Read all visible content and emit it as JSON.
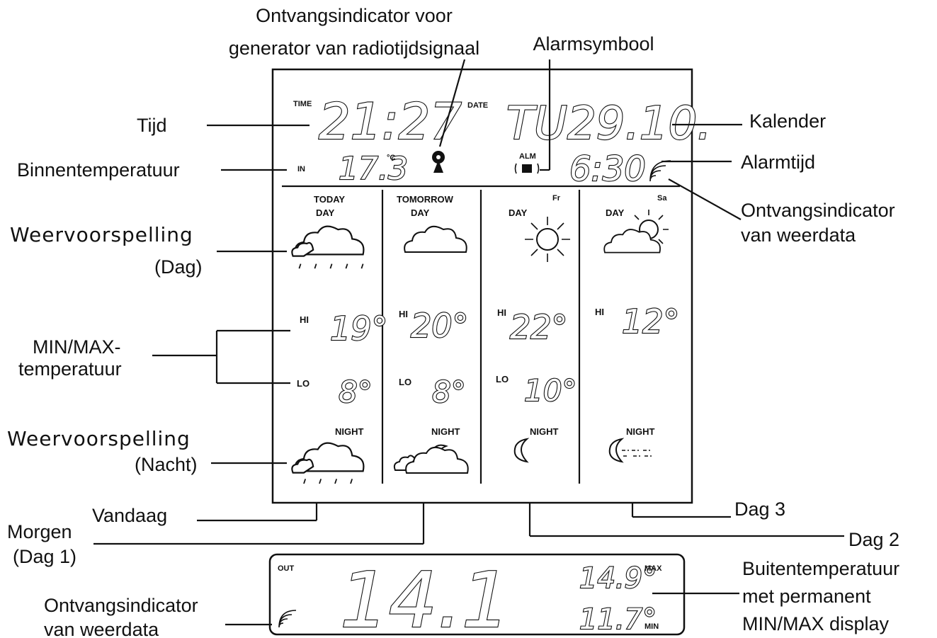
{
  "callouts": {
    "radio_indicator": [
      "Ontvangsindicator voor",
      "generator van radiotijdsignaal"
    ],
    "alarm_symbol": "Alarmsymbool",
    "time": "Tijd",
    "calendar": "Kalender",
    "indoor_temp": "Binnentemperatuur",
    "alarm_time": "Alarmtijd",
    "weather_reception": [
      "Ontvangsindicator",
      "van weerdata"
    ],
    "forecast_day": [
      "Weervoorspelling",
      "(Dag)"
    ],
    "minmax": [
      "MIN/MAX-",
      "temperatuur"
    ],
    "forecast_night": [
      "Weervoorspelling",
      "(Nacht)"
    ],
    "today": "Vandaag",
    "tomorrow": [
      "Morgen",
      "(Dag 1)"
    ],
    "day3": "Dag 3",
    "day2": "Dag 2",
    "outdoor_temp": [
      "Buitentemperatuur",
      "met permanent",
      "MIN/MAX display"
    ],
    "outdoor_reception": [
      "Ontvangsindicator",
      "van weerdata"
    ]
  },
  "display": {
    "time_label": "TIME",
    "time_value": "21:27",
    "date_label": "DATE",
    "date_value": "TU29.10.",
    "in_label": "IN",
    "in_value": "17.3",
    "in_unit": "°C",
    "alm_label": "ALM",
    "alarm_value": "6:30",
    "columns": [
      {
        "head": "TODAY",
        "day": "DAY",
        "hi_label": "HI",
        "hi": "19°",
        "lo_label": "LO",
        "lo": "8°",
        "night": "NIGHT",
        "day_icon": "rain-cloud-icon",
        "night_icon": "rain-cloud-icon"
      },
      {
        "head": "TOMORROW",
        "day": "DAY",
        "hi_label": "HI",
        "hi": "20°",
        "lo_label": "LO",
        "lo": "8°",
        "night": "NIGHT",
        "day_icon": "cloud-icon",
        "night_icon": "moon-cloud-icon"
      },
      {
        "head": "Fr",
        "day": "DAY",
        "hi_label": "HI",
        "hi": "22°",
        "lo_label": "LO",
        "lo": "10°",
        "night": "NIGHT",
        "day_icon": "sun-icon",
        "night_icon": "moon-icon"
      },
      {
        "head": "Sa",
        "day": "DAY",
        "hi_label": "HI",
        "hi": "12°",
        "lo_label": "",
        "lo": "",
        "night": "NIGHT",
        "day_icon": "sun-cloud-icon",
        "night_icon": "moon-fog-icon"
      }
    ]
  },
  "outdoor": {
    "out_label": "OUT",
    "value": "14.1",
    "max_label": "MAX",
    "max_value": "14.9°",
    "min_label": "MIN",
    "min_value": "11.7°"
  }
}
